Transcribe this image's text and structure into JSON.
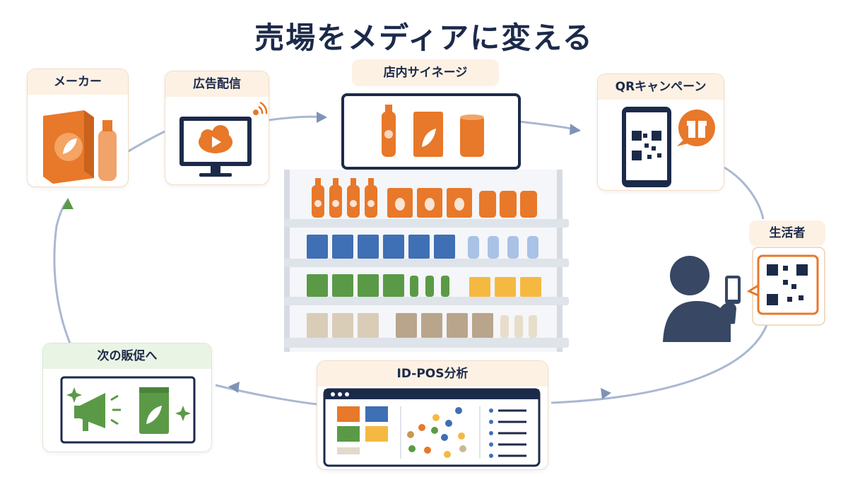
{
  "title": "売場をメディアに変える",
  "nodes": {
    "maker": "メーカー",
    "ad_delivery": "広告配信",
    "signage": "店内サイネージ",
    "qr_campaign": "QRキャンペーン",
    "consumer": "生活者",
    "id_pos": "ID-POS分析",
    "next_promo": "次の販促へ"
  },
  "colors": {
    "accent": "#e8782a",
    "navy": "#1c2a4a",
    "green": "#5a9a47",
    "blue": "#3f6fb4",
    "flow": "#9fb0cc"
  }
}
